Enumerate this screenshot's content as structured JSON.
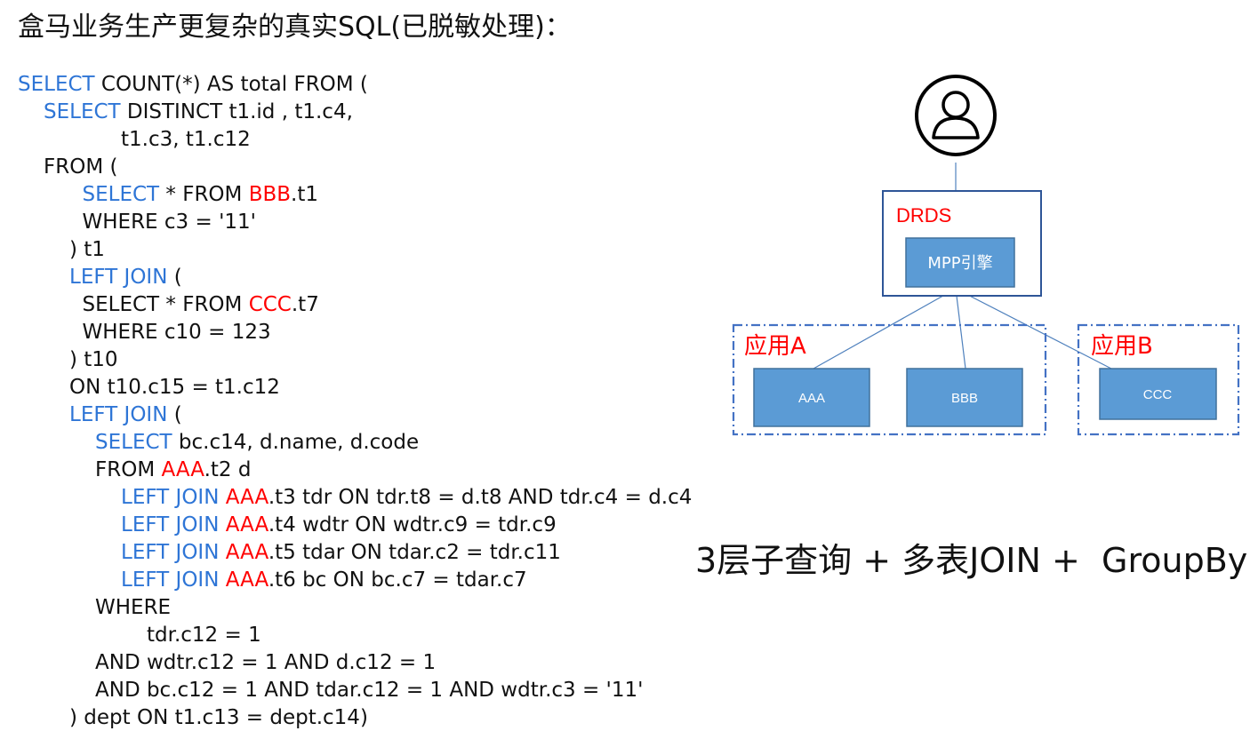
{
  "title": "盒马业务生产更复杂的真实SQL(已脱敏处理)：",
  "colors": {
    "keyword": "#2E75D6",
    "highlight": "#FF0000",
    "text": "#111111",
    "box_fill": "#5B9BD5",
    "box_border": "#41719C",
    "frame": "#2E5597",
    "group_border": "#4472C4"
  },
  "sql_lines": [
    {
      "indent": 0,
      "tokens": [
        {
          "t": "SELECT",
          "c": "kw"
        },
        {
          "t": " COUNT(*) AS total FROM ("
        }
      ]
    },
    {
      "indent": 2,
      "tokens": [
        {
          "t": "SELECT",
          "c": "kw"
        },
        {
          "t": " DISTINCT t1.id , t1.c4,"
        }
      ]
    },
    {
      "indent": 8,
      "tokens": [
        {
          "t": "t1.c3, t1.c12"
        }
      ]
    },
    {
      "indent": 2,
      "tokens": [
        {
          "t": "FROM ("
        }
      ]
    },
    {
      "indent": 5,
      "tokens": [
        {
          "t": "SELECT",
          "c": "kw"
        },
        {
          "t": " * FROM "
        },
        {
          "t": "BBB",
          "c": "red"
        },
        {
          "t": ".t1"
        }
      ]
    },
    {
      "indent": 5,
      "tokens": [
        {
          "t": "WHERE c3 = '11'"
        }
      ]
    },
    {
      "indent": 4,
      "tokens": [
        {
          "t": ") t1"
        }
      ]
    },
    {
      "indent": 4,
      "tokens": [
        {
          "t": "LEFT JOIN",
          "c": "kw"
        },
        {
          "t": " ("
        }
      ]
    },
    {
      "indent": 5,
      "tokens": [
        {
          "t": "SELECT * FROM "
        },
        {
          "t": "CCC",
          "c": "red"
        },
        {
          "t": ".t7"
        }
      ]
    },
    {
      "indent": 5,
      "tokens": [
        {
          "t": "WHERE c10 = 123"
        }
      ]
    },
    {
      "indent": 4,
      "tokens": [
        {
          "t": ") t10"
        }
      ]
    },
    {
      "indent": 4,
      "tokens": [
        {
          "t": "ON t10.c15 = t1.c12"
        }
      ]
    },
    {
      "indent": 4,
      "tokens": [
        {
          "t": "LEFT JOIN",
          "c": "kw"
        },
        {
          "t": " ("
        }
      ]
    },
    {
      "indent": 6,
      "tokens": [
        {
          "t": "SELECT",
          "c": "kw"
        },
        {
          "t": " bc.c14, d.name, d.code"
        }
      ]
    },
    {
      "indent": 6,
      "tokens": [
        {
          "t": "FROM "
        },
        {
          "t": "AAA",
          "c": "red"
        },
        {
          "t": ".t2 d"
        }
      ]
    },
    {
      "indent": 8,
      "tokens": [
        {
          "t": "LEFT JOIN",
          "c": "kw"
        },
        {
          "t": " "
        },
        {
          "t": "AAA",
          "c": "red"
        },
        {
          "t": ".t3 tdr ON tdr.t8 = d.t8 AND tdr.c4 = d.c4"
        }
      ]
    },
    {
      "indent": 8,
      "tokens": [
        {
          "t": "LEFT JOIN",
          "c": "kw"
        },
        {
          "t": " "
        },
        {
          "t": "AAA",
          "c": "red"
        },
        {
          "t": ".t4 wdtr ON wdtr.c9 = tdr.c9"
        }
      ]
    },
    {
      "indent": 8,
      "tokens": [
        {
          "t": "LEFT JOIN",
          "c": "kw"
        },
        {
          "t": " "
        },
        {
          "t": "AAA",
          "c": "red"
        },
        {
          "t": ".t5 tdar ON tdar.c2 = tdr.c11"
        }
      ]
    },
    {
      "indent": 8,
      "tokens": [
        {
          "t": "LEFT JOIN",
          "c": "kw"
        },
        {
          "t": " "
        },
        {
          "t": "AAA",
          "c": "red"
        },
        {
          "t": ".t6 bc ON bc.c7 = tdar.c7"
        }
      ]
    },
    {
      "indent": 6,
      "tokens": [
        {
          "t": "WHERE"
        }
      ]
    },
    {
      "indent": 10,
      "tokens": [
        {
          "t": "tdr.c12 = 1"
        }
      ]
    },
    {
      "indent": 6,
      "tokens": [
        {
          "t": "AND wdtr.c12 = 1 AND d.c12 = 1"
        }
      ]
    },
    {
      "indent": 6,
      "tokens": [
        {
          "t": "AND bc.c12 = 1 AND tdar.c12 = 1 AND wdtr.c3 = '11'"
        }
      ]
    },
    {
      "indent": 4,
      "tokens": [
        {
          "t": ") dept ON t1.c13 = dept.c14)"
        }
      ]
    }
  ],
  "diagram": {
    "user_icon": "user-icon",
    "drds_label": "DRDS",
    "mpp_label": "MPP引擎",
    "group_a_label": "应用A",
    "group_b_label": "应用B",
    "node_aaa": "AAA",
    "node_bbb": "BBB",
    "node_ccc": "CCC"
  },
  "summary": "3层子查询 + 多表JOIN +  GroupBy"
}
